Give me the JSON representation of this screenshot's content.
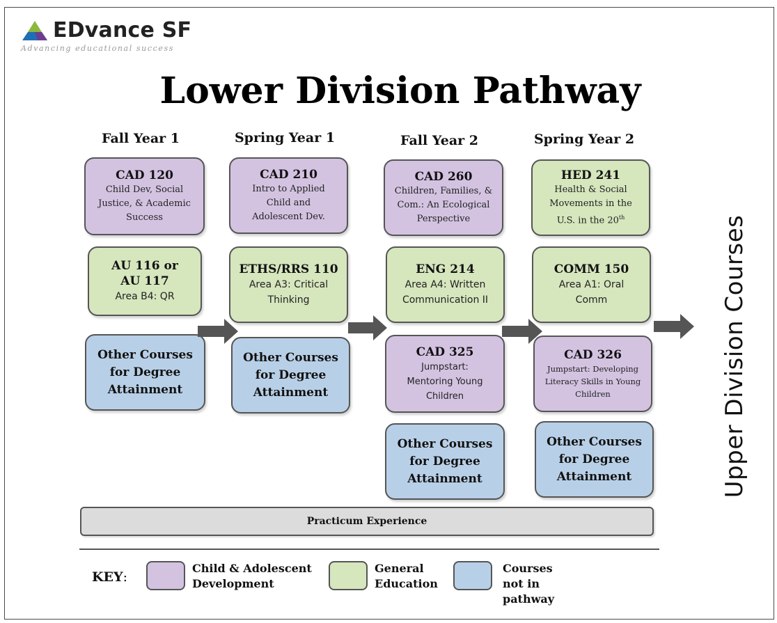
{
  "logo": {
    "name": "EDvance SF",
    "tagline": "Advancing educational success",
    "colors": [
      "#8bb83f",
      "#1e6fb5",
      "#6b3d91"
    ]
  },
  "title": "Lower Division Pathway",
  "columns": {
    "fall1": {
      "heading": "Fall Year 1",
      "course1": {
        "code": "CAD 120",
        "desc": [
          "Child Dev, Social",
          "Justice, & Academic",
          "Success"
        ]
      },
      "course2": {
        "code": [
          "AU 116 or",
          "AU 117"
        ],
        "desc": [
          "Area B4: QR"
        ]
      },
      "other": [
        "Other Courses",
        "for Degree",
        "Attainment"
      ]
    },
    "spring1": {
      "heading": "Spring Year 1",
      "course1": {
        "code": "CAD 210",
        "desc": [
          "Intro to Applied",
          "Child and",
          "Adolescent Dev."
        ]
      },
      "course2": {
        "code": "ETHS/RRS 110",
        "desc": [
          "Area A3: Critical",
          "Thinking"
        ]
      },
      "other": [
        "Other Courses",
        "for Degree",
        "Attainment"
      ]
    },
    "fall2": {
      "heading": "Fall Year 2",
      "course1": {
        "code": "CAD 260",
        "desc": [
          "Children, Families, &",
          "Com.: An Ecological",
          "Perspective"
        ]
      },
      "course2": {
        "code": "ENG 214",
        "desc": [
          "Area A4: Written",
          "Communication II"
        ]
      },
      "course3": {
        "code": "CAD 325",
        "desc": [
          "Jumpstart:",
          "Mentoring Young",
          "Children"
        ]
      },
      "other": [
        "Other Courses",
        "for Degree",
        "Attainment"
      ]
    },
    "spring2": {
      "heading": "Spring Year 2",
      "course1": {
        "code": "HED 241",
        "desc": [
          "Health & Social",
          "Movements in the",
          "U.S. in the 20",
          "th"
        ]
      },
      "course2": {
        "code": "COMM 150",
        "desc": [
          "Area A1: Oral",
          "Comm"
        ]
      },
      "course3": {
        "code": "CAD 326",
        "desc": [
          "Jumpstart: Developing",
          "Literacy Skills in Young",
          "Children"
        ]
      },
      "other": [
        "Other Courses",
        "for Degree",
        "Attainment"
      ]
    }
  },
  "practicum": "Practicum Experience",
  "upper_division": "Upper Division Courses",
  "key": {
    "label": "KEY",
    "colon": ":",
    "items": [
      {
        "lines": [
          "Child & Adolescent",
          "Development"
        ],
        "color": "#d3c3e1"
      },
      {
        "lines": [
          "General",
          "Education"
        ],
        "color": "#d6e6bd"
      },
      {
        "lines": [
          "Courses",
          "not in",
          "pathway"
        ],
        "color": "#b8d0e7"
      }
    ]
  }
}
